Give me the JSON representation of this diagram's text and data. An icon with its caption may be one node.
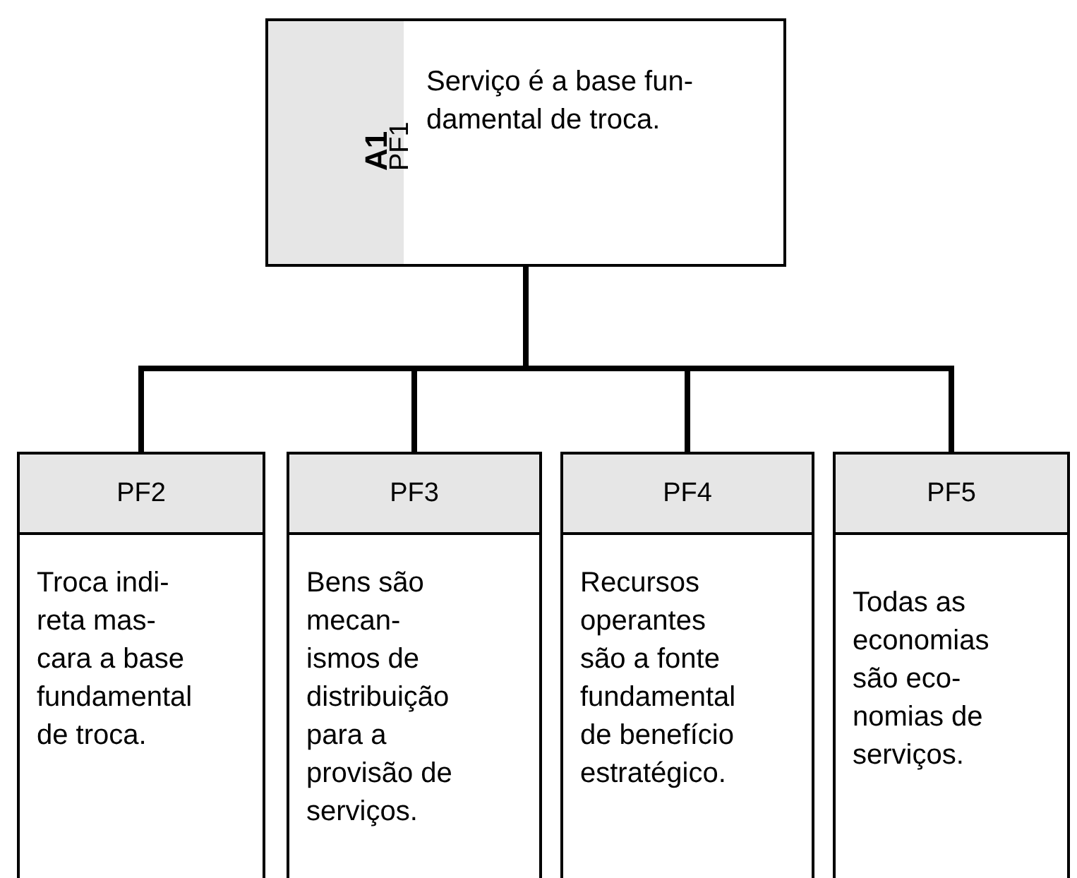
{
  "diagram": {
    "nodes": [
      {
        "text": [
          "A1",
          "PF1",
          "Serviço é a base fun- damental de troca."
        ]
      },
      {
        "text": [
          "PF2",
          "Troca indi- reta mas- cara a base fundamental de troca."
        ]
      },
      {
        "text": [
          "PF3",
          "Bens são mecan- ismos de distribuição para a provisão de serviços."
        ]
      },
      {
        "text": [
          "PF4",
          "Recursos operantes são a fonte fundamental de benefício estratégico."
        ]
      },
      {
        "text": [
          "PF5",
          "Todas as economias são eco- nomias de serviços."
        ]
      }
    ],
    "edges": [
      {
        "from": 0,
        "to": 1,
        "arrow": "none"
      },
      {
        "from": 0,
        "to": 2,
        "arrow": "none"
      },
      {
        "from": 0,
        "to": 3,
        "arrow": "none"
      },
      {
        "from": 0,
        "to": 4,
        "arrow": "none"
      }
    ]
  }
}
